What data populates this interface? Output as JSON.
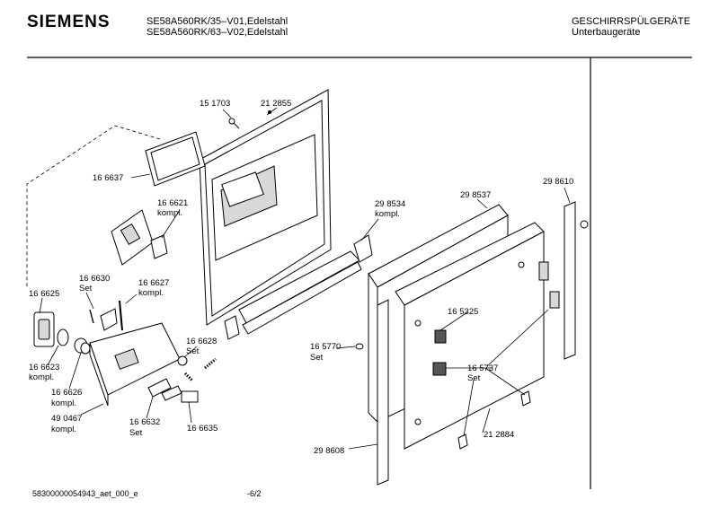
{
  "header": {
    "brand": "SIEMENS",
    "model_line1": "SE58A560RK/35–V01,Edelstahl",
    "model_line2": "SE58A560RK/63–V02,Edelstahl",
    "category": "GESCHIRRSPÜLGERÄTE",
    "subcategory": "Unterbaugeräte"
  },
  "labels": {
    "l151703": "15 1703",
    "l212855": "21 2855",
    "l166637": "16 6637",
    "l166621a": "16 6621",
    "l166621b": "kompl.",
    "l298534a": "29 8534",
    "l298534b": "kompl.",
    "l298537": "29 8537",
    "l298610": "29 8610",
    "l166630a": "16 6630",
    "l166630b": "Set",
    "l166627a": "16 6627",
    "l166627b": "kompl.",
    "l166625": "16 6625",
    "l165325": "16 5325",
    "l165770a": "16 5770",
    "l165770b": "Set",
    "l166628a": "16 6628",
    "l166628b": "Set",
    "l166623a": "16 6623",
    "l166623b": "kompl.",
    "l165737a": "16 5737",
    "l165737b": "Set",
    "l166626a": "16 6626",
    "l166626b": "kompl.",
    "l490467a": "49 0467",
    "l490467b": "kompl.",
    "l166632a": "16 6632",
    "l166632b": "Set",
    "l166635": "16 6635",
    "l212884": "21 2884",
    "l298608": "29 8608"
  },
  "footer": {
    "doc_id": "58300000054943_aet_000_e",
    "page": "-6/2"
  }
}
